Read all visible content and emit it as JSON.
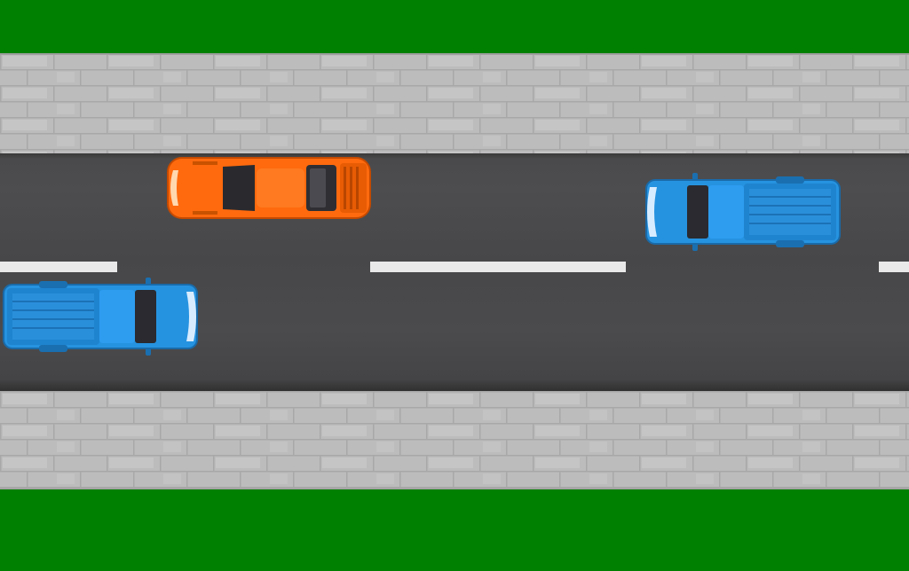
{
  "scene": {
    "colors": {
      "grass": "#008000",
      "sidewalk": "#bdbcbd",
      "road": "#4a4a4c",
      "lane_marking": "#e9e9e9"
    }
  },
  "vehicles": [
    {
      "type": "sports-car",
      "color": "#ff6a0e",
      "heading": "left",
      "lane": "top"
    },
    {
      "type": "pickup-truck",
      "color": "#2693e0",
      "heading": "left",
      "lane": "top"
    },
    {
      "type": "pickup-truck",
      "color": "#2693e0",
      "heading": "right",
      "lane": "bottom"
    }
  ]
}
